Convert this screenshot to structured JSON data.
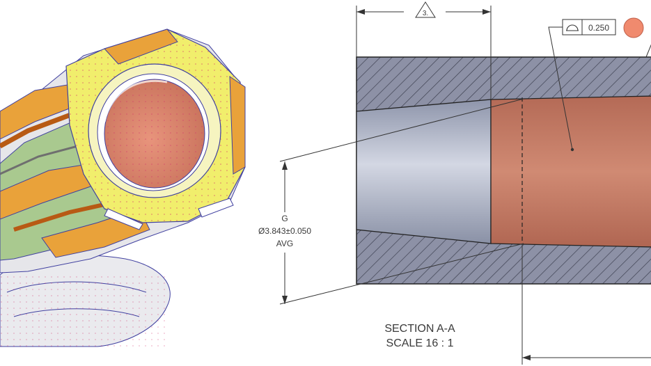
{
  "section_label": "SECTION A-A",
  "scale_label": "SCALE 16 : 1",
  "dimension": {
    "letter": "G",
    "diameter_symbol": "Ø",
    "value": "3.843±0.050",
    "qualifier": "AVG"
  },
  "datum_marker": "3.",
  "profile_tolerance": "0.250",
  "colors": {
    "callout_marker": "#f08a6e",
    "bore_highlight": "#c97a64",
    "cone_steel": "#a9b0c4",
    "face_yellow": "#f0ec6a",
    "band_green": "#a8c88f",
    "band_orange": "#e9a23a",
    "hatch_fill": "#8c90a4"
  }
}
